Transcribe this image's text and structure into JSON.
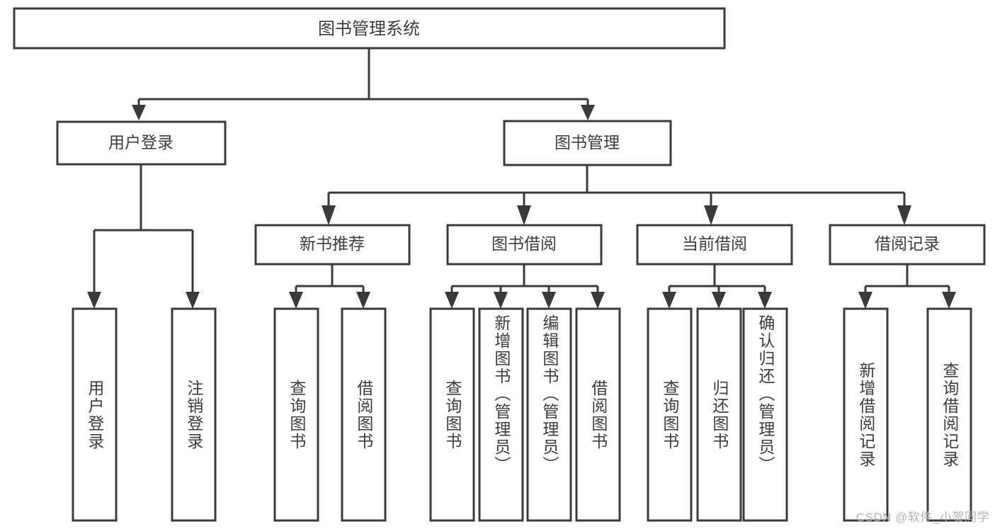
{
  "diagram": {
    "type": "tree-hierarchy",
    "title": "图书管理系统",
    "orientation": "top-down",
    "colors": {
      "box_stroke": "#3a3a3a",
      "box_fill": "#ffffff",
      "text": "#3d3d3d",
      "watermark": "#b4b4b4",
      "background": "#ffffff"
    },
    "nodes": {
      "root": {
        "label": "图书管理系统",
        "level": 1,
        "text_orientation": "horizontal"
      },
      "level2": [
        {
          "id": "user-login",
          "label": "用户登录",
          "text_orientation": "horizontal"
        },
        {
          "id": "book-manage",
          "label": "图书管理",
          "text_orientation": "horizontal"
        }
      ],
      "level3": [
        {
          "id": "new-book-recommend",
          "label": "新书推荐",
          "parent": "book-manage",
          "text_orientation": "horizontal"
        },
        {
          "id": "book-borrow",
          "label": "图书借阅",
          "parent": "book-manage",
          "text_orientation": "horizontal"
        },
        {
          "id": "current-borrow",
          "label": "当前借阅",
          "parent": "book-manage",
          "text_orientation": "horizontal"
        },
        {
          "id": "borrow-record",
          "label": "借阅记录",
          "parent": "book-manage",
          "text_orientation": "horizontal"
        }
      ],
      "leaves": [
        {
          "id": "leaf-user-login",
          "label": "用户登录",
          "parent": "user-login",
          "text_orientation": "vertical"
        },
        {
          "id": "leaf-logout-login",
          "label": "注销登录",
          "parent": "user-login",
          "text_orientation": "vertical"
        },
        {
          "id": "leaf-query-book-1",
          "label": "查询图书",
          "parent": "new-book-recommend",
          "text_orientation": "vertical"
        },
        {
          "id": "leaf-borrow-book-1",
          "label": "借阅图书",
          "parent": "new-book-recommend",
          "text_orientation": "vertical"
        },
        {
          "id": "leaf-query-book-2",
          "label": "查询图书",
          "parent": "book-borrow",
          "text_orientation": "vertical"
        },
        {
          "id": "leaf-add-book",
          "label": "新增图书（管理员）",
          "parent": "book-borrow",
          "text_orientation": "vertical"
        },
        {
          "id": "leaf-edit-book",
          "label": "编辑图书（管理员）",
          "parent": "book-borrow",
          "text_orientation": "vertical"
        },
        {
          "id": "leaf-borrow-book-2",
          "label": "借阅图书",
          "parent": "book-borrow",
          "text_orientation": "vertical"
        },
        {
          "id": "leaf-query-book-3",
          "label": "查询图书",
          "parent": "current-borrow",
          "text_orientation": "vertical"
        },
        {
          "id": "leaf-return-book",
          "label": "归还图书",
          "parent": "current-borrow",
          "text_orientation": "vertical"
        },
        {
          "id": "leaf-confirm-return",
          "label": "确认归还（管理员）",
          "parent": "current-borrow",
          "text_orientation": "vertical"
        },
        {
          "id": "leaf-add-record",
          "label": "新增借阅记录",
          "parent": "borrow-record",
          "text_orientation": "vertical"
        },
        {
          "id": "leaf-query-record",
          "label": "查询借阅记录",
          "parent": "borrow-record",
          "text_orientation": "vertical"
        }
      ]
    },
    "watermark": "CSDN @软件_小贺同学"
  }
}
